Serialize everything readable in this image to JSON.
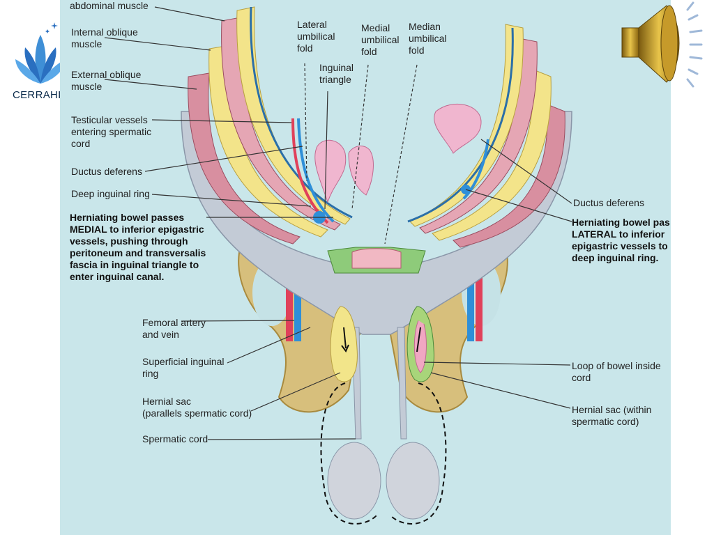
{
  "brand": {
    "name": "CERRAHI",
    "logo_icon": "lotus-logo-icon"
  },
  "audio": {
    "icon": "speaker-icon"
  },
  "colors": {
    "figure_bg": "#c9e6ea",
    "muscle": "#d88fa0",
    "fat": "#f3e48a",
    "fascia": "#c3cbd6",
    "bone": "#d7bf7c",
    "artery": "#e0415a",
    "vein": "#2f8fd8"
  },
  "labels": {
    "abdominal_muscle": "abdominal muscle",
    "internal_oblique": "Internal oblique\nmuscle",
    "external_oblique": "External oblique\nmuscle",
    "testicular_vessels": "Testicular vessels\nentering spermatic\ncord",
    "ductus_deferens_left": "Ductus deferens",
    "deep_inguinal_ring": "Deep inguinal ring",
    "herniating_medial": "Herniating bowel passes\nMEDIAL to inferior epigastric\nvessels, pushing through\nperitoneum and transversalis\nfascia in inguinal triangle to\nenter inguinal canal.",
    "lateral_umbilical_fold": "Lateral\numbilical\nfold",
    "inguinal_triangle": "Inguinal\ntriangle",
    "medial_umbilical_fold": "Medial\numbilical\nfold",
    "median_umbilical_fold": "Median\numbilical\nfold",
    "ductus_deferens_right": "Ductus deferens",
    "herniating_lateral": "Herniating bowel pas\nLATERAL to inferior\nepigastric vessels to\ndeep inguinal ring.",
    "femoral_artery_vein": "Femoral artery\nand vein",
    "superficial_inguinal_ring": "Superficial inguinal\nring",
    "hernial_sac_left": "Hernial sac\n(parallels spermatic cord)",
    "spermatic_cord": "Spermatic cord",
    "loop_of_bowel": "Loop of bowel inside\ncord",
    "hernial_sac_right": "Hernial sac (within\nspermatic cord)"
  }
}
